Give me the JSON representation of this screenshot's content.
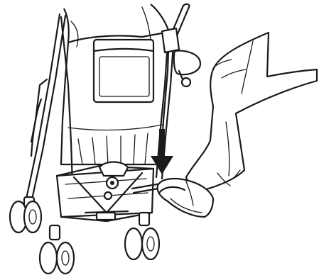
{
  "illustration": {
    "subject": "stroller",
    "action": "foot-pressing-brake",
    "arrow_direction": "down",
    "line_color": "#1a1a1a",
    "background": "#ffffff"
  }
}
